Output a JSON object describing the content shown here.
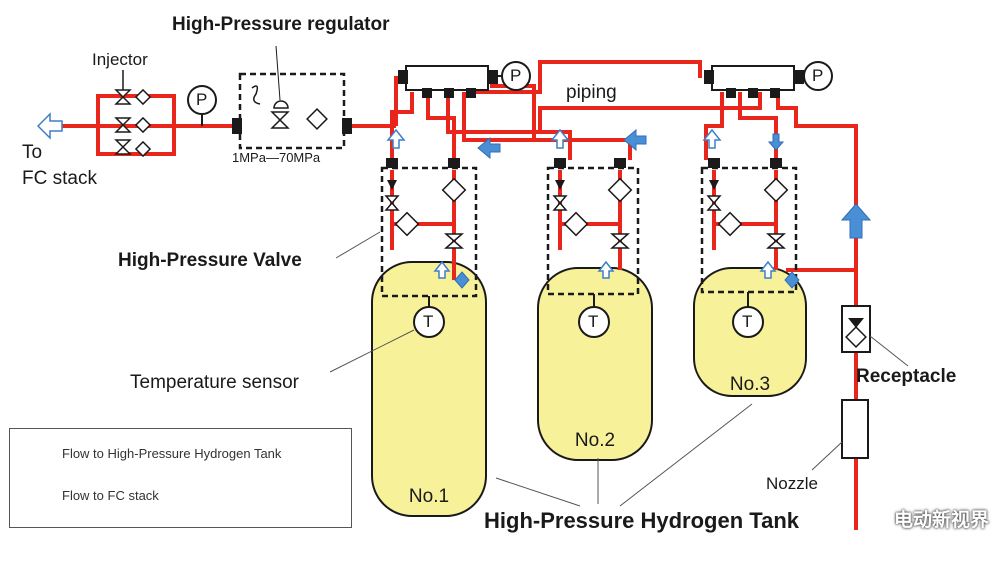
{
  "labels": {
    "regulator": "High-Pressure regulator",
    "injector": "Injector",
    "to": "To",
    "fc_stack": "FC stack",
    "pressure_range": "1MPa—70MPa",
    "piping": "piping",
    "valve": "High-Pressure Valve",
    "temp_sensor": "Temperature sensor",
    "receptacle": "Receptacle",
    "nozzle": "Nozzle",
    "tank_caption": "High-Pressure Hydrogen Tank",
    "gauge_p": "P",
    "sensor_t": "T"
  },
  "tanks": [
    {
      "name": "No.1"
    },
    {
      "name": "No.2"
    },
    {
      "name": "No.3"
    }
  ],
  "legend": {
    "to_tank": "Flow to High-Pressure Hydrogen Tank",
    "to_fc": "Flow to FC stack"
  },
  "watermark": "电动新视界",
  "colors": {
    "pipe": "#e8261c",
    "tank_fill": "#f7f19a",
    "arrow_blue": "#4a8fd6",
    "arrow_outline": "#3f7fc8",
    "line": "#1a1a1a"
  }
}
